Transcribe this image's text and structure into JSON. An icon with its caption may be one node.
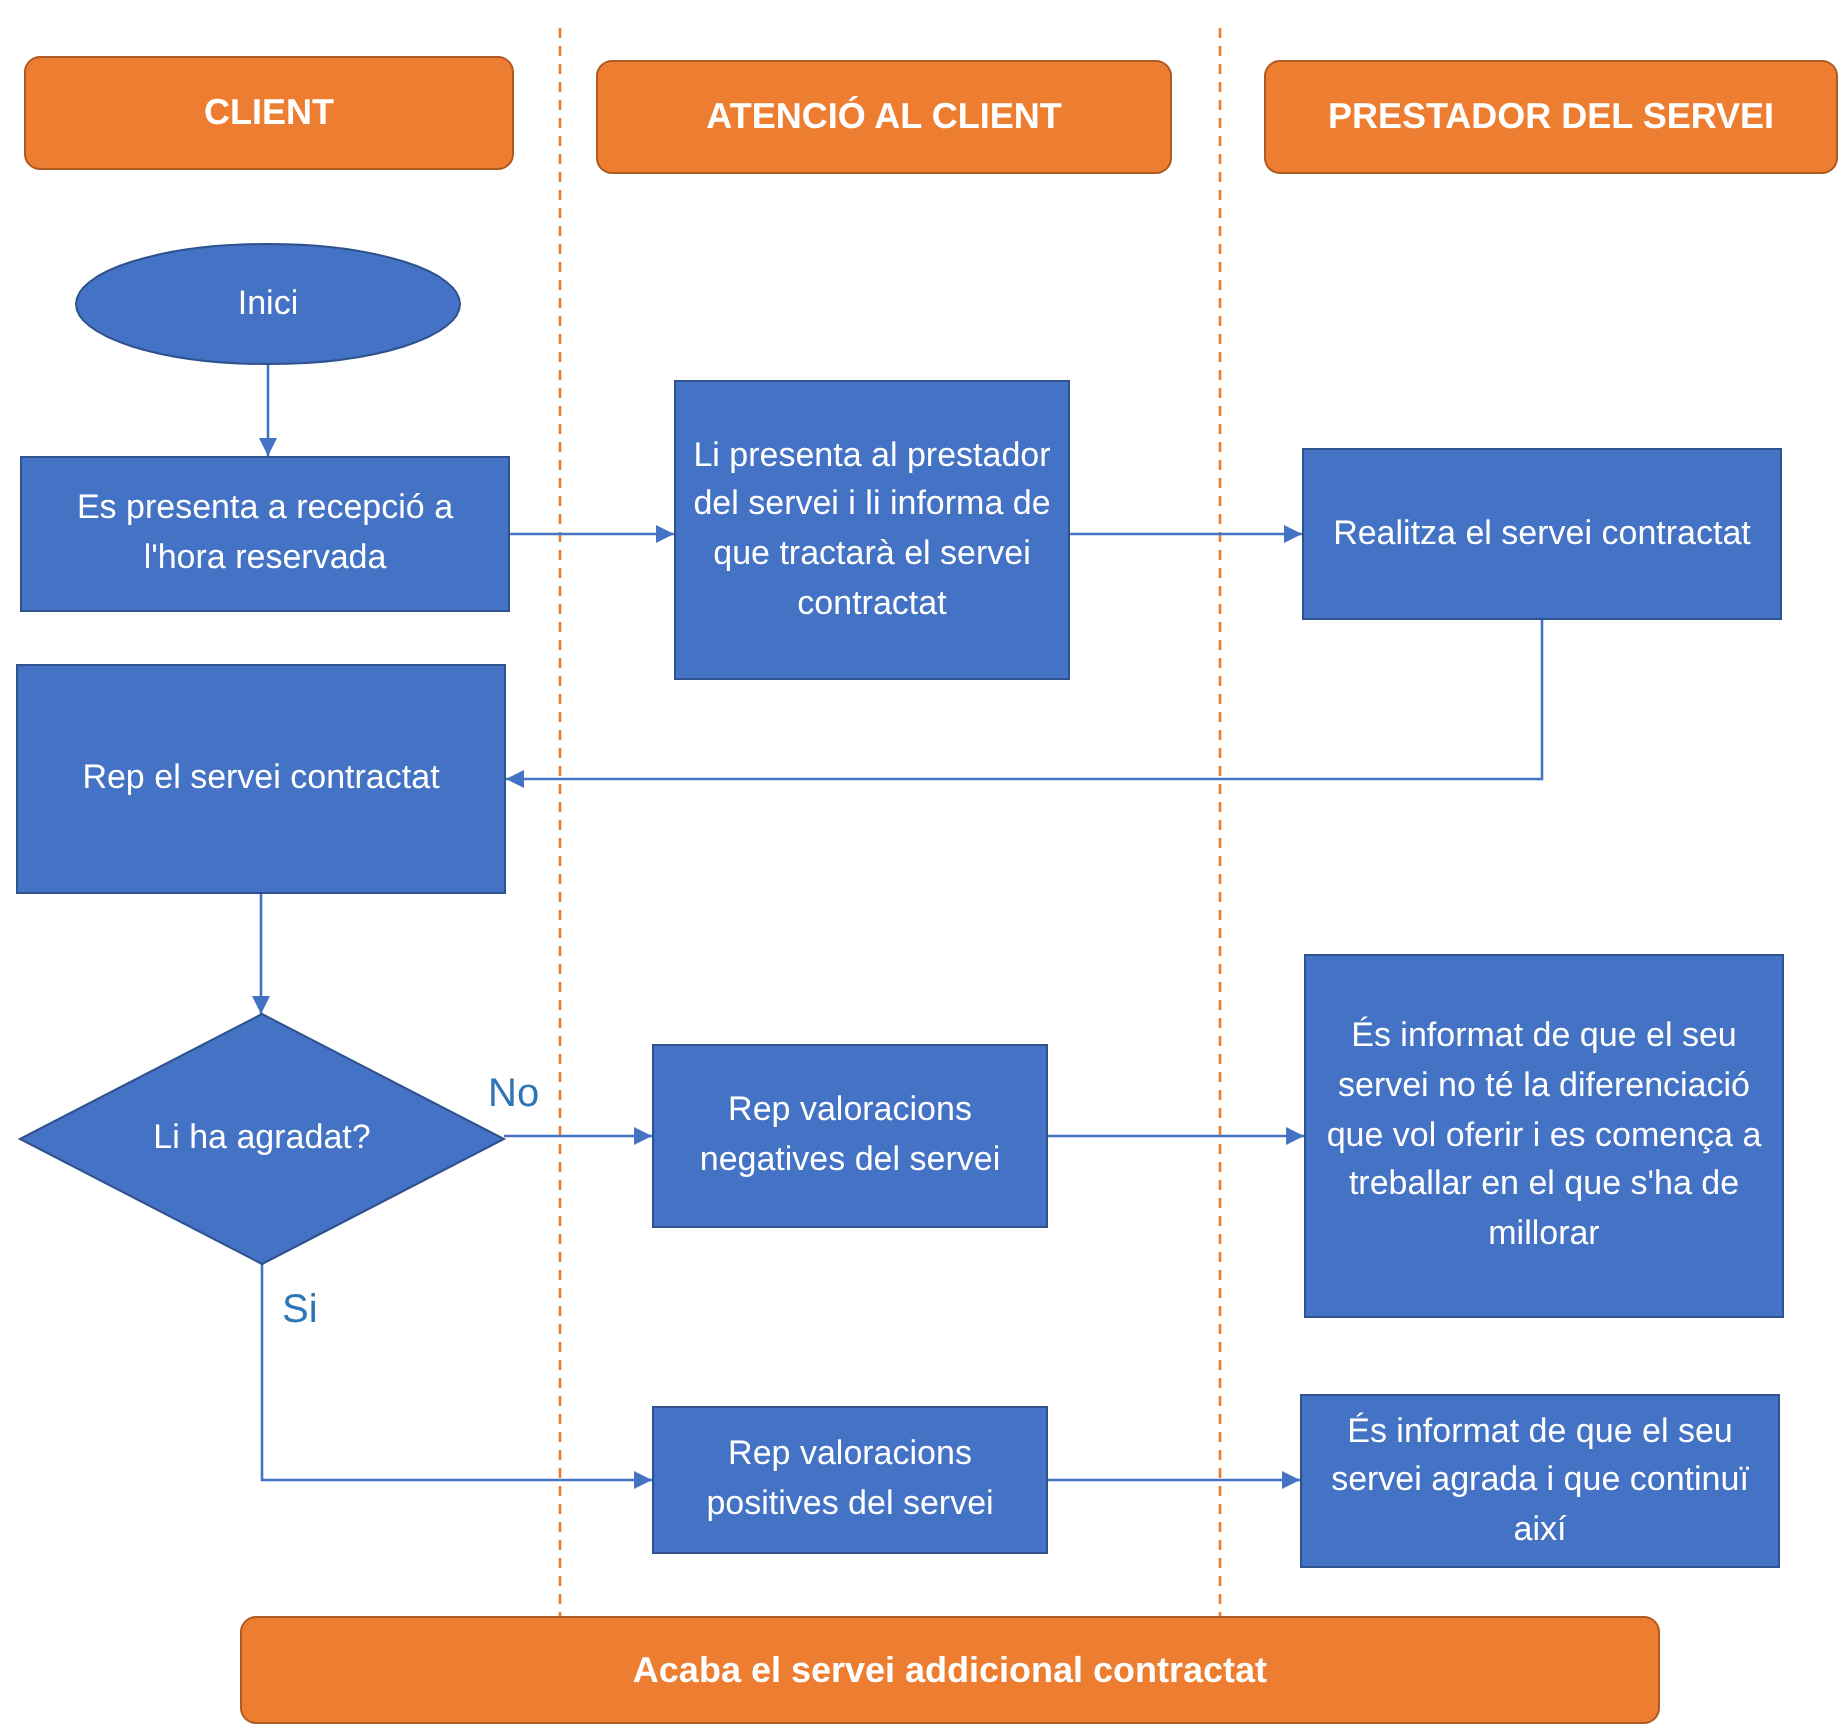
{
  "diagram": {
    "nodes": [
      {
        "text": [
          "CLIENT"
        ]
      },
      {
        "text": [
          "ATENCIÓ AL CLIENT"
        ]
      },
      {
        "text": [
          "PRESTADOR DEL SERVEI"
        ]
      },
      {
        "text": [
          "Inici"
        ]
      },
      {
        "text": [
          "Es presenta a recepció a l'hora reservada"
        ]
      },
      {
        "text": [
          "Li presenta al prestador del servei i li informa de que tractarà el servei contractat"
        ]
      },
      {
        "text": [
          "Realitza el servei contractat"
        ]
      },
      {
        "text": [
          "Rep el servei contractat"
        ]
      },
      {
        "text": [
          "Li ha agradat?"
        ]
      },
      {
        "text": [
          "Rep valoracions negatives del servei"
        ]
      },
      {
        "text": [
          "És informat de que el seu servei no té la diferenciació que vol oferir i es comença a treballar en el que s'ha de millorar"
        ]
      },
      {
        "text": [
          "Rep valoracions positives del servei"
        ]
      },
      {
        "text": [
          "És informat de que el seu servei agrada i que continuï així"
        ]
      },
      {
        "text": [
          "Acaba el servei addicional contractat"
        ]
      }
    ],
    "edges": [
      {
        "from": 3,
        "to": 4,
        "arrow": "to"
      },
      {
        "from": 4,
        "to": 5,
        "arrow": "to"
      },
      {
        "from": 5,
        "to": 6,
        "arrow": "to"
      },
      {
        "from": 6,
        "to": 7,
        "arrow": "to"
      },
      {
        "from": 7,
        "to": 8,
        "arrow": "to"
      },
      {
        "from": 8,
        "to": 9,
        "arrow": "to",
        "label": "No"
      },
      {
        "from": 9,
        "to": 10,
        "arrow": "to"
      },
      {
        "from": 8,
        "to": 11,
        "arrow": "to",
        "label": "Si"
      },
      {
        "from": 11,
        "to": 12,
        "arrow": "to"
      }
    ]
  }
}
